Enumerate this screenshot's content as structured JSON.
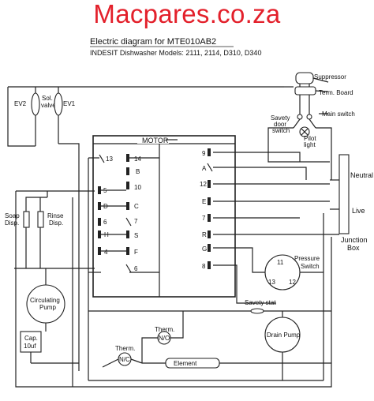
{
  "banner": "Macpares.co.za",
  "title_line1": "Electric diagram for MTE010AB2",
  "title_line2": "INDESIT Dishwasher Models: 2111, 2114, D310, D340",
  "top_right": {
    "suppressor": "Suppressor",
    "term_board": "Term. Board",
    "main_switch": "Main switch",
    "door_switch_1": "Savety",
    "door_switch_2": "door",
    "door_switch_3": "switch",
    "pilot_1": "Pilot",
    "pilot_2": "light"
  },
  "valve": {
    "ev2": "EV2",
    "ev1": "EV1",
    "sol_1": "Sol.",
    "sol_2": "valve"
  },
  "motor": "MOTOR",
  "timer_left": {
    "c13": "13",
    "c14": "14",
    "cB": "B",
    "c10": "10",
    "c5": "5",
    "cD": "D",
    "cC": "C",
    "c6": "6",
    "c7": "7",
    "cS": "S",
    "cH": "H",
    "cF": "F",
    "c4": "4",
    "c6b": "6"
  },
  "timer_right": {
    "c9": "9",
    "cA": "A",
    "c12": "12",
    "cE": "E",
    "c7": "7",
    "cR": "R",
    "cG": "G",
    "c8": "8"
  },
  "right_side": {
    "neutral": "Neutral",
    "live": "Live",
    "junction_1": "Junction",
    "junction_2": "Box"
  },
  "pressure": {
    "label_1": "Pressure",
    "label_2": "Switch",
    "t11": "11",
    "t13": "13",
    "t12": "12"
  },
  "left_side": {
    "soap_1": "Soap",
    "soap_2": "Disp.",
    "rinse_1": "Rinse",
    "rinse_2": "Disp.",
    "circ_1": "Circulating",
    "circ_2": "Pump",
    "cap_1": "Cap.",
    "cap_2": "10uf"
  },
  "bottom": {
    "savety_stat": "Savety stat",
    "drain_pump": "Drain Pump",
    "therm_top_1": "Therm.",
    "therm_top_2": "N/O",
    "therm_bot_1": "Therm.",
    "therm_bot_2": "N/C",
    "element": "Element"
  }
}
